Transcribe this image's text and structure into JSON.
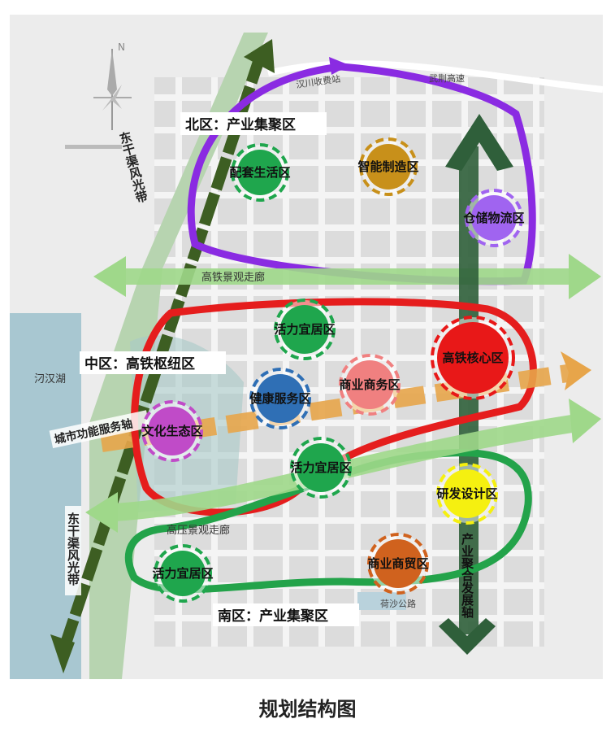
{
  "caption": "规划结构图",
  "compass": {
    "north": "N"
  },
  "lake": "汈汉湖",
  "roads": {
    "toll": "汉川收费站",
    "expressway": "武荆高速",
    "highway": "荷沙公路"
  },
  "zones": {
    "north": "北区：产业集聚区",
    "middle": "中区：高铁枢纽区",
    "south": "南区：产业集聚区"
  },
  "corridors": {
    "hsr_landscape": "高铁景观走廊",
    "hv_landscape": "高压景观走廊",
    "city_axis": "城市功能服务轴",
    "canal_top": "东干渠风光带",
    "canal_bottom": "东干渠风光带",
    "industry_axis": "产业聚合发展轴"
  },
  "districts": [
    {
      "label": "配套生活区",
      "color": "#1fa64d"
    },
    {
      "label": "智能制造区",
      "color": "#c8901a"
    },
    {
      "label": "仓储物流区",
      "color": "#a064f0"
    },
    {
      "label": "活力宜居区",
      "color": "#1fa64d"
    },
    {
      "label": "高铁核心区",
      "color": "#e81818"
    },
    {
      "label": "商业商务区",
      "color": "#f08080"
    },
    {
      "label": "健康服务区",
      "color": "#2f6fb5"
    },
    {
      "label": "文化生态区",
      "color": "#c04bc8"
    },
    {
      "label": "活力宜居区",
      "color": "#1fa64d"
    },
    {
      "label": "研发设计区",
      "color": "#f5f010"
    },
    {
      "label": "活力宜居区",
      "color": "#1fa64d"
    },
    {
      "label": "商业商贸区",
      "color": "#d0621e"
    }
  ]
}
